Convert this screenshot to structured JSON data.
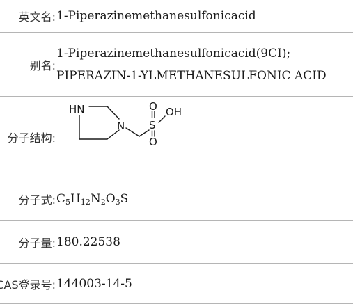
{
  "rows": {
    "english_name": {
      "label": "英文名:",
      "value": "1-Piperazinemethanesulfonicacid"
    },
    "alias": {
      "label": "别名:",
      "values": [
        "1-Piperazinemethanesulfonicacid(9CI);",
        "PIPERAZIN-1-YLMETHANESULFONIC ACID"
      ]
    },
    "structure": {
      "label": "分子结构:",
      "atoms": {
        "nh": "HN",
        "n": "N",
        "s": "S",
        "o_top": "O",
        "oh": "OH",
        "o_bottom": "O"
      }
    },
    "formula": {
      "label": "分子式:",
      "parts": [
        {
          "el": "C",
          "n": "5"
        },
        {
          "el": "H",
          "n": "12"
        },
        {
          "el": "N",
          "n": "2"
        },
        {
          "el": "O",
          "n": "3"
        },
        {
          "el": "S",
          "n": ""
        }
      ]
    },
    "weight": {
      "label": "分子量:",
      "value": "180.22538"
    },
    "cas": {
      "label": "CAS登录号:",
      "value": "144003-14-5"
    }
  }
}
